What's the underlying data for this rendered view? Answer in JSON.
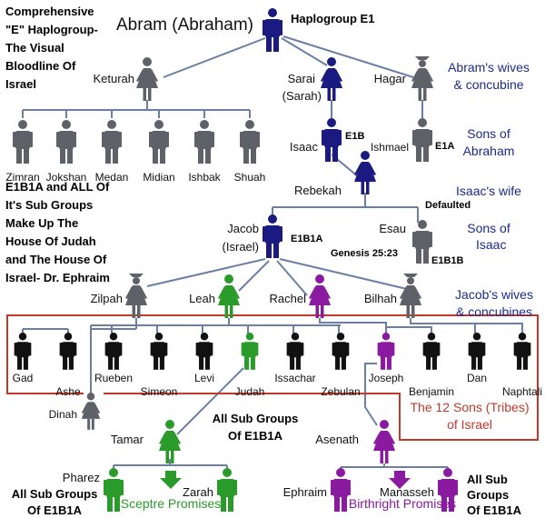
{
  "title_block": [
    "Comprehensive",
    "\"E\" Haplogroup-",
    "The Visual",
    "Bloodline Of",
    "Israel"
  ],
  "note_block": [
    "E1B1A and ALL Of",
    "It's Sub Groups",
    "Make Up The",
    "House Of Judah",
    "and The House Of",
    "Israel- Dr. Ephraim"
  ],
  "colors": {
    "navy": "#1a1a80",
    "gray": "#5f6168",
    "black": "#111111",
    "green": "#2a9a2a",
    "purple": "#8a1aa0",
    "line": "#6b7fa6",
    "red": "#c0392b"
  },
  "people": {
    "abram": "Abram (Abraham)",
    "keturah": "Keturah",
    "sarai": [
      "Sarai",
      "(Sarah)"
    ],
    "hagar": "Hagar",
    "keturah_sons": [
      "Zimran",
      "Jokshan",
      "Medan",
      "Midian",
      "Ishbak",
      "Shuah"
    ],
    "isaac": "Isaac",
    "ishmael": "Ishmael",
    "rebekah": "Rebekah",
    "jacob": [
      "Jacob",
      "(Israel)"
    ],
    "esau": "Esau",
    "zilpah": "Zilpah",
    "leah": "Leah",
    "rachel": "Rachel",
    "bilhah": "Bilhah",
    "tribes": [
      "Gad",
      "Ashe",
      "Rueben",
      "Simeon",
      "Levi",
      "Judah",
      "Issachar",
      "Zebulan",
      "Joseph",
      "Benjamin",
      "Dan",
      "Naphtali"
    ],
    "dinah": "Dinah",
    "tamar": "Tamar",
    "asenath": "Asenath",
    "pharez": "Pharez",
    "zarah": "Zarah",
    "ephraim": "Ephraim",
    "manasseh": "Manasseh"
  },
  "haplogroups": {
    "abram": "Haplogroup E1",
    "isaac": "E1B",
    "ishmael": "E1A",
    "jacob": "E1B1A",
    "esau": "E1B1B",
    "defaulted": "Defaulted",
    "genesis": "Genesis 25:23"
  },
  "side_labels": {
    "wives_abram": [
      "Abram's wives",
      "& concubine"
    ],
    "sons_abraham": [
      "Sons of",
      "Abraham"
    ],
    "isaac_wife": "Isaac's wife",
    "sons_isaac": [
      "Sons of",
      "Isaac"
    ],
    "wives_jacob": [
      "Jacob's wives",
      "& concubines"
    ],
    "tribes_box": [
      "The 12 Sons (Tribes)",
      "of Israel"
    ]
  },
  "subgroups": {
    "judah": [
      "All Sub Groups",
      "Of E1B1A"
    ],
    "pharez": [
      "All Sub Groups",
      "Of E1B1A"
    ],
    "manasseh": [
      "All Sub",
      "Groups",
      "Of E1B1A"
    ]
  },
  "promises": {
    "sceptre": "Sceptre Promises",
    "birthright": "Birthright Promises"
  }
}
